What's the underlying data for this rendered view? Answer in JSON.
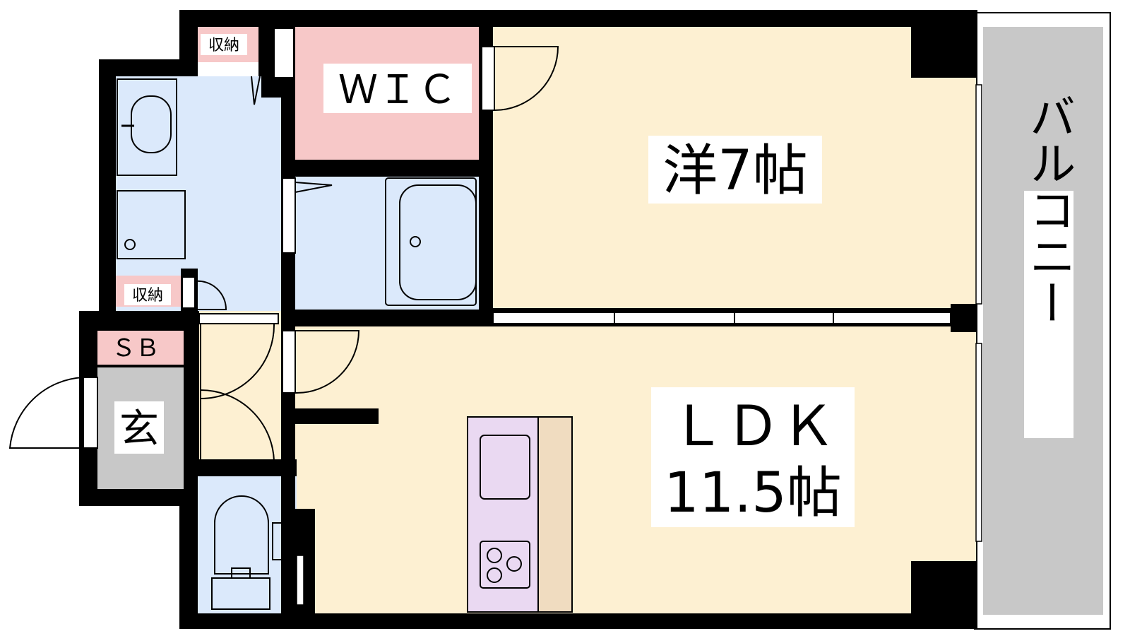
{
  "rooms": {
    "western": {
      "name": "洋7帖"
    },
    "ldk": {
      "line1": "ＬＤＫ",
      "line2": "11.5帖"
    },
    "wic": {
      "name": "ＷＩＣ"
    },
    "balcony": {
      "name": "バルコニー"
    },
    "entrance": {
      "name": "玄"
    },
    "shoe_box": {
      "name": "ＳＢ"
    },
    "storage_top": {
      "name": "収納"
    },
    "storage_mid": {
      "name": "収納"
    }
  },
  "colors": {
    "wall": "#000000",
    "living_floor": "#fdf0d2",
    "wet_area": "#dbe9fb",
    "closet": "#f7c8c8",
    "entrance": "#c8c8c8",
    "balcony": "#c8c8c8",
    "kitchen_counter": "#ead9f2",
    "kitchen_side": "#f0dcc0"
  }
}
